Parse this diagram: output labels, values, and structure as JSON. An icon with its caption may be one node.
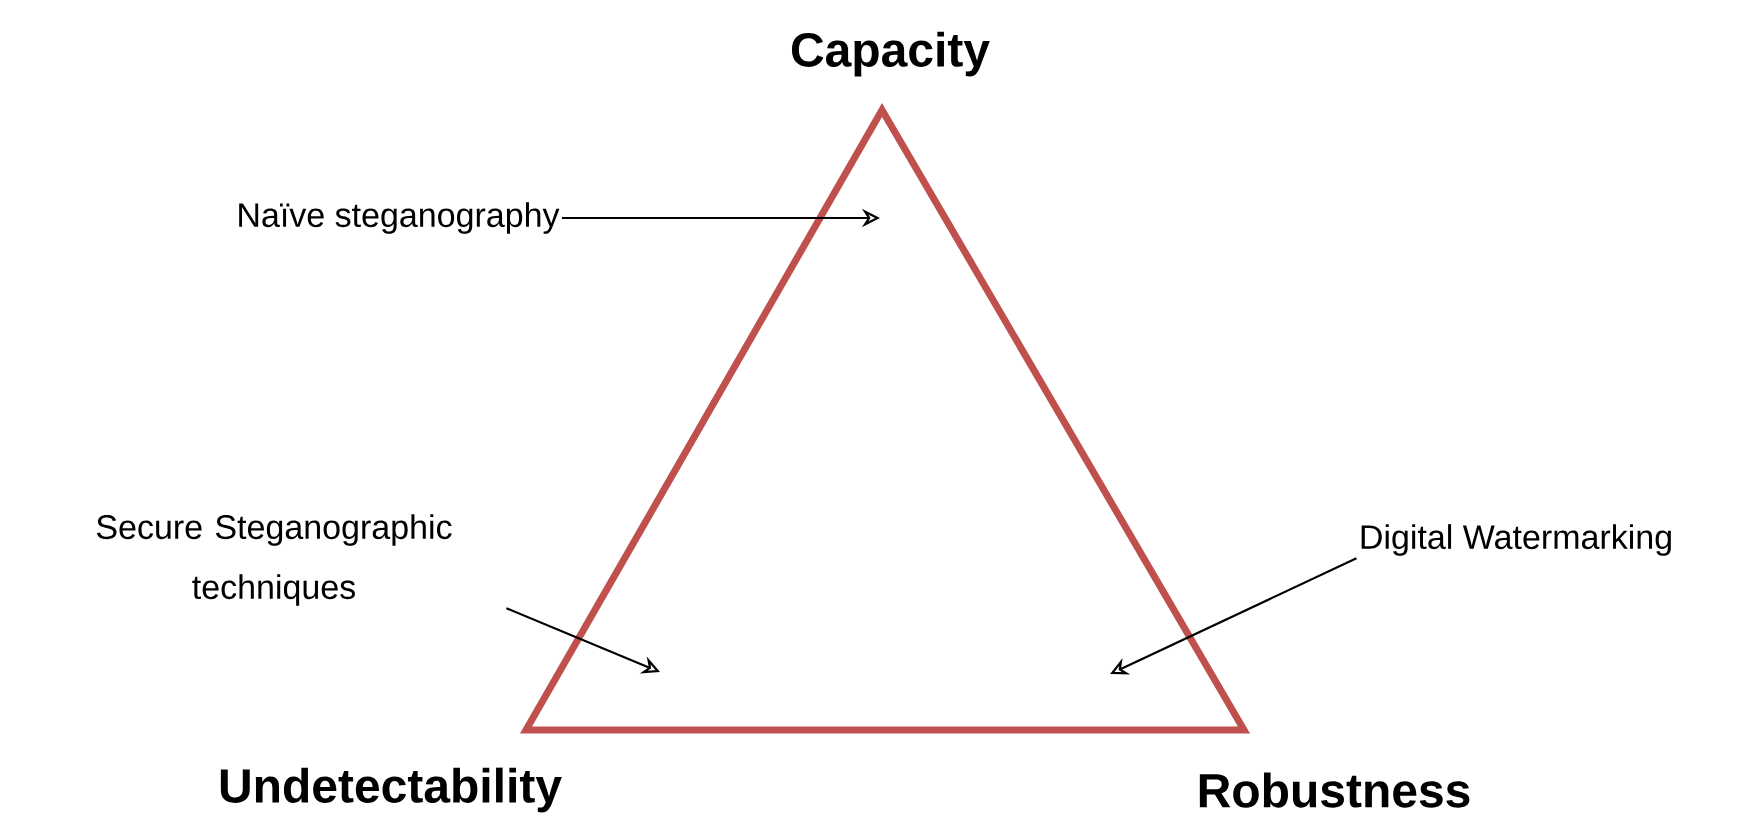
{
  "diagram": {
    "nodes": [
      {
        "text": [
          "Naïve steganography"
        ]
      },
      {
        "text": [
          "Secure Steganographic techniques"
        ]
      },
      {
        "text": [
          "Digital Watermarking"
        ]
      }
    ],
    "edges": [
      {
        "from": 0,
        "to": null,
        "arrow": "to"
      },
      {
        "from": 1,
        "to": null,
        "arrow": "to"
      },
      {
        "from": 2,
        "to": null,
        "arrow": "to"
      }
    ],
    "labels": [
      "Capacity",
      "Undetectability",
      "Robustness"
    ]
  }
}
